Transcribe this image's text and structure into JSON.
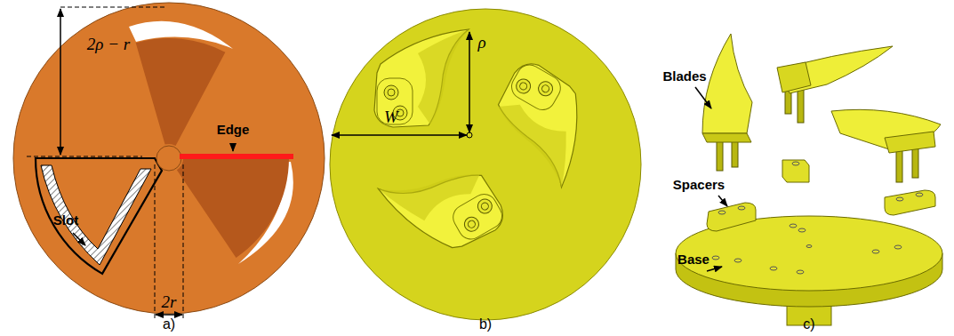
{
  "diagram": {
    "labels": [
      "2ρ − r",
      "Edge",
      "Slot",
      "2r",
      "a)",
      "ρ",
      "W",
      "b)",
      "Blades",
      "Spacers",
      "Base",
      "c)"
    ]
  }
}
